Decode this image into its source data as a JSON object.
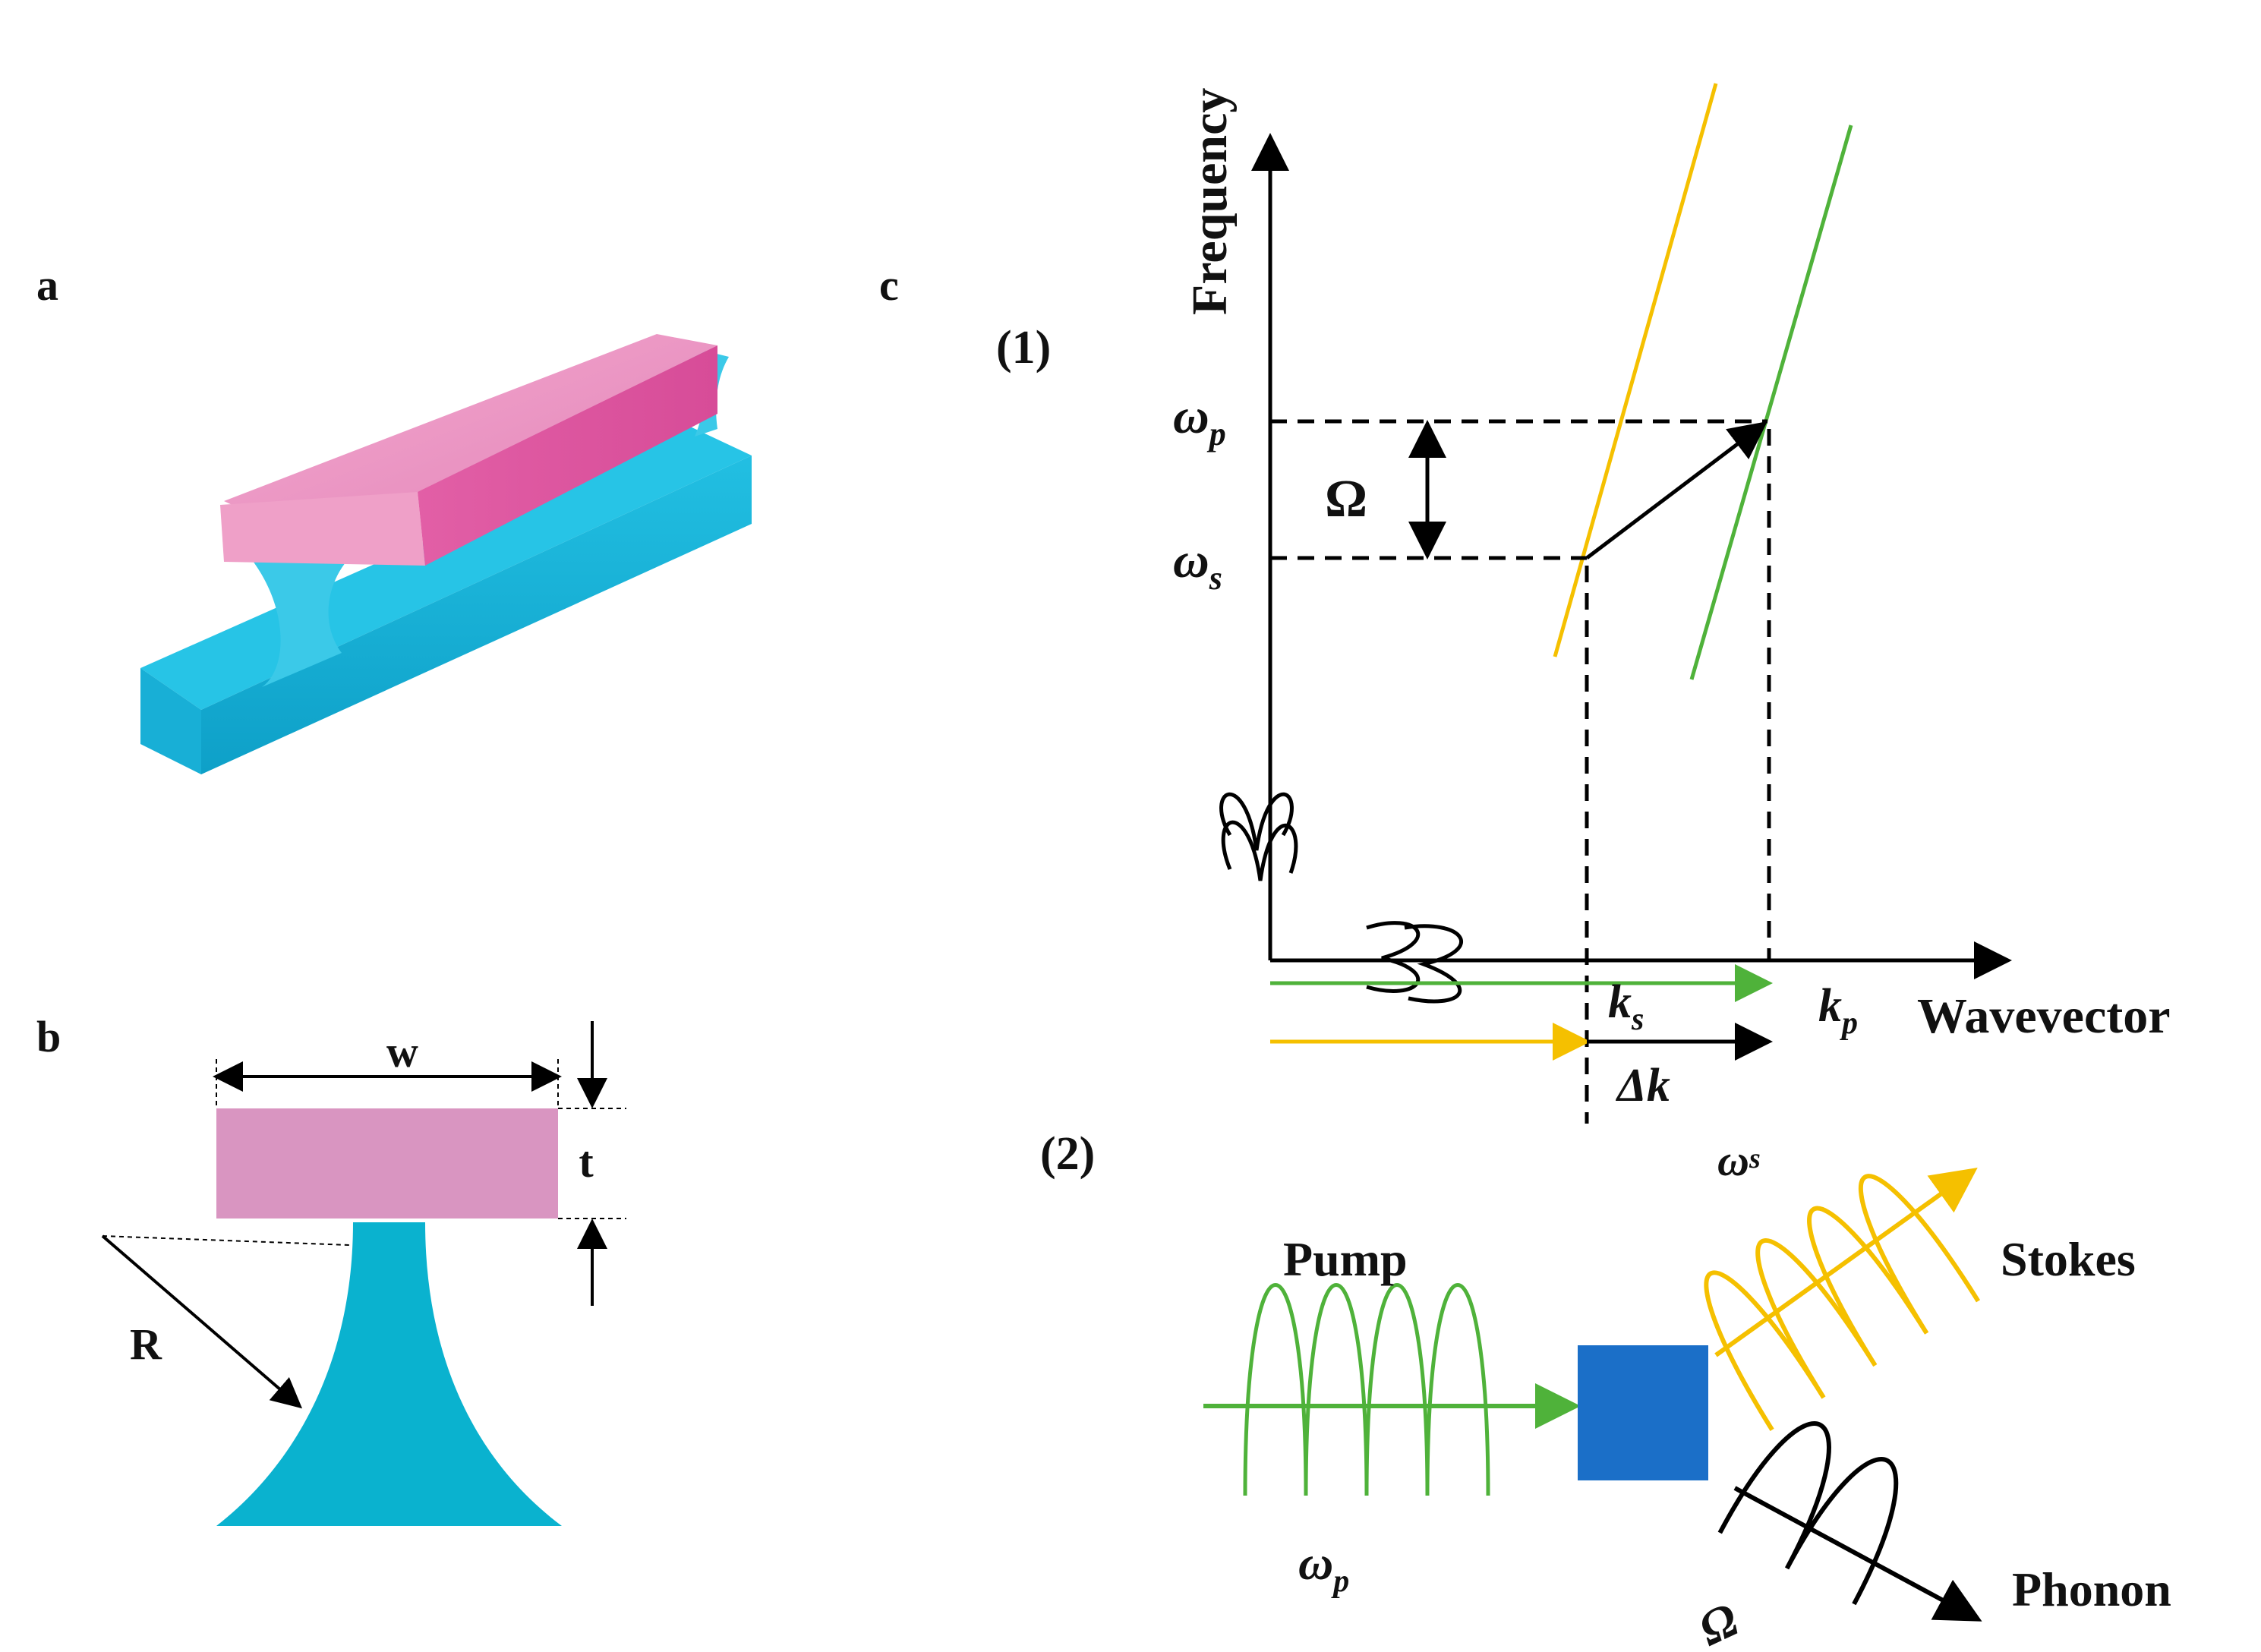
{
  "panels": {
    "a": "a",
    "b": "b",
    "c": "c",
    "c1": "(1)",
    "c2": "(2)"
  },
  "dimensions": {
    "width_label": "w",
    "thickness_label": "t",
    "radius_label": "R"
  },
  "dispersion_plot": {
    "ylabel": "Frequency",
    "xlabel": "Wavevector",
    "omega_p": "ωp",
    "omega_s": "ωs",
    "Omega": "Ω",
    "k_s": "ks",
    "k_p": "kp",
    "delta_k": "Δk"
  },
  "process": {
    "pump": "Pump",
    "stokes": "Stokes",
    "phonon": "Phonon",
    "omega_p": "ωp",
    "omega_s": "ωs",
    "Omega": "Ω"
  },
  "colors": {
    "pink": "#e07fb3",
    "cyan": "#1fb4d6",
    "yellow": "#f5c000",
    "green": "#4fb23a",
    "blue_box": "#1b6fc8",
    "black": "#000000"
  }
}
